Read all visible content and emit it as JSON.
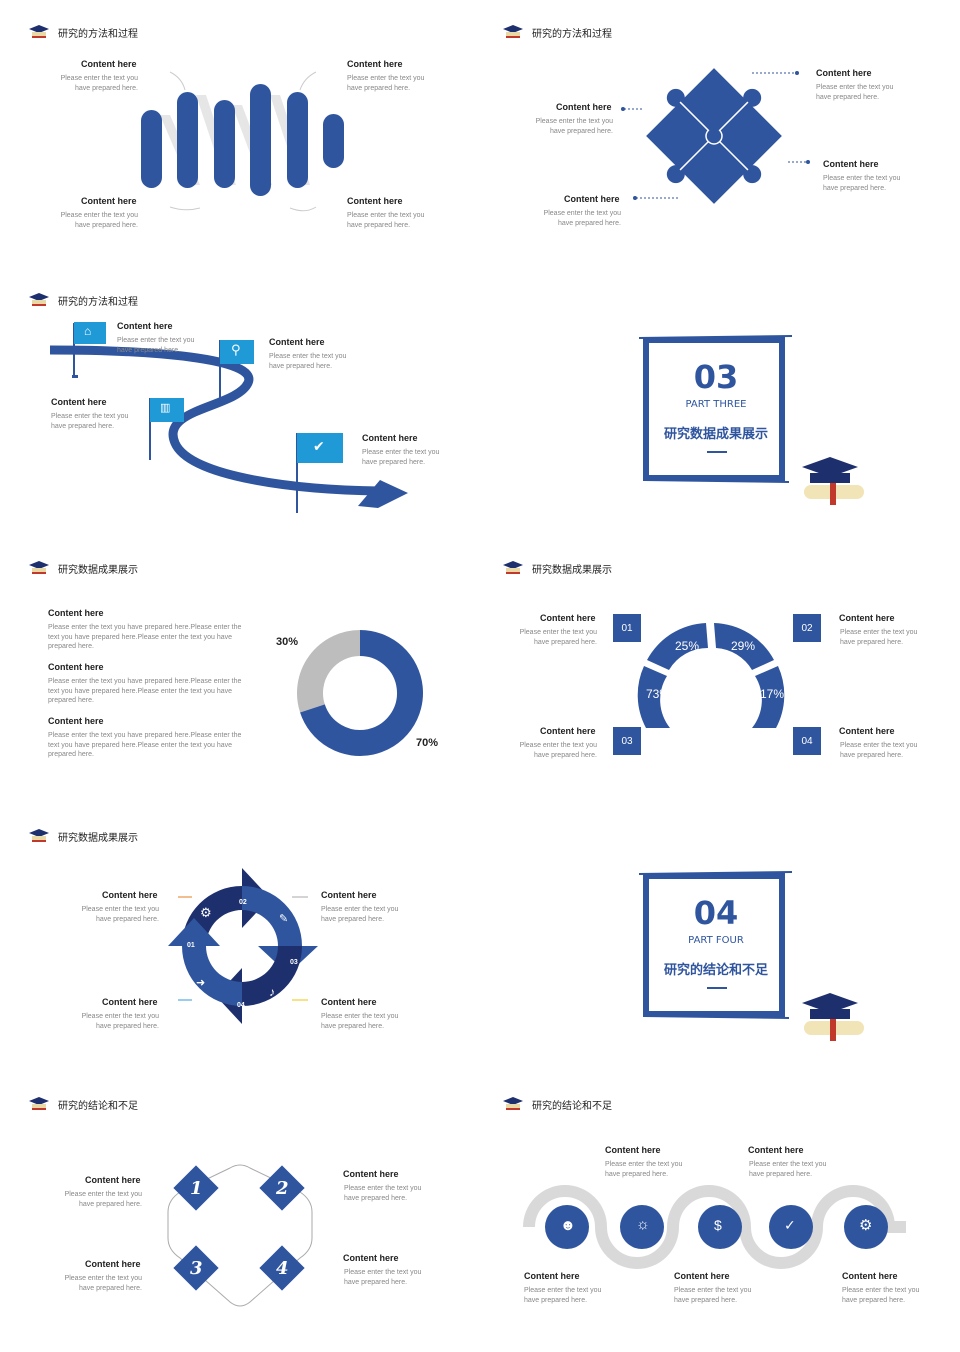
{
  "colors": {
    "primary": "#2f559e",
    "dark": "#1e2f6e",
    "grey": "#bdbdbd",
    "text": "#222222",
    "muted": "#888888"
  },
  "common": {
    "content_title": "Content here",
    "content_desc": "Please enter the text you have prepared here."
  },
  "headers": {
    "s1": "研究的方法和过程",
    "s2": "研究的方法和过程",
    "s3": "研究的方法和过程",
    "s5": "研究数据成果展示",
    "s6": "研究数据成果展示",
    "s7": "研究数据成果展示",
    "s9": "研究的结论和不足",
    "s10": "研究的结论和不足"
  },
  "section3": {
    "number": "03",
    "part": "PART THREE",
    "title": "研究数据成果展示"
  },
  "section4": {
    "number": "04",
    "part": "PART FOUR",
    "title": "研究的结论和不足"
  },
  "slide5": {
    "long_desc": "Please enter the text you have prepared here.Please enter the text you have prepared here.Please enter the text you have prepared here.",
    "chart_data": {
      "type": "pie",
      "values": [
        30,
        70
      ],
      "labels": [
        "30%",
        "70%"
      ]
    }
  },
  "slide6": {
    "boxes": [
      "01",
      "02",
      "03",
      "04"
    ],
    "chart_data": {
      "type": "pie",
      "values": [
        25,
        29,
        73,
        17
      ],
      "labels": [
        "25%",
        "29%",
        "73%",
        "17%"
      ]
    }
  },
  "slide7": {
    "steps": [
      "01",
      "02",
      "03",
      "04"
    ]
  },
  "slide9": {
    "numbers": [
      "1",
      "2",
      "3",
      "4"
    ]
  },
  "icons": [
    "graduation-cap-icon",
    "home-icon",
    "search-icon",
    "bar-chart-icon",
    "check-icon",
    "gear-icon",
    "edit-icon",
    "bell-icon",
    "exit-icon",
    "user-icon",
    "lightbulb-icon",
    "money-bag-icon",
    "thumbs-up-icon",
    "settings-icon"
  ]
}
